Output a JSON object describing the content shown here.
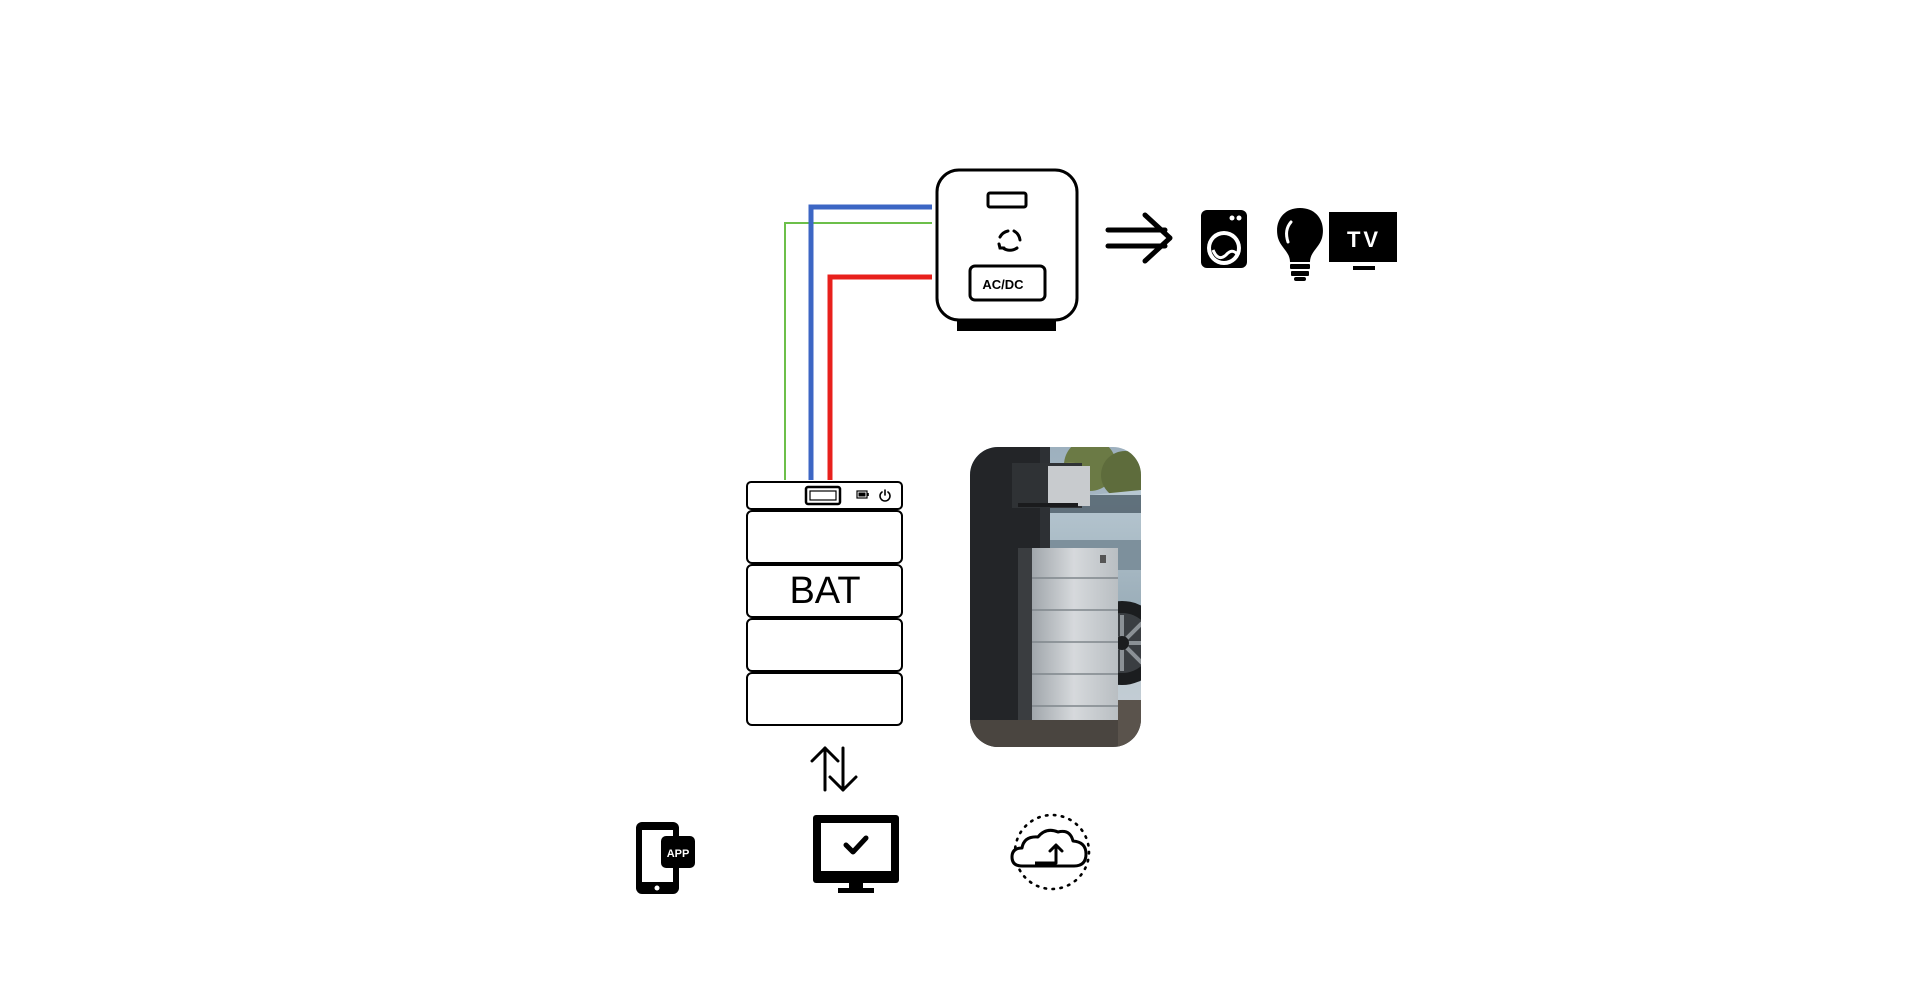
{
  "inverter": {
    "converter_label": "AC/DC"
  },
  "battery": {
    "label": "BAT"
  },
  "loads": {
    "tv_label": "TV"
  },
  "devices": {
    "app_label": "APP"
  },
  "colors": {
    "dc_positive": "#e8201c",
    "dc_negative": "#3c66c4",
    "ground": "#6cbf4a",
    "outline": "#000000"
  }
}
